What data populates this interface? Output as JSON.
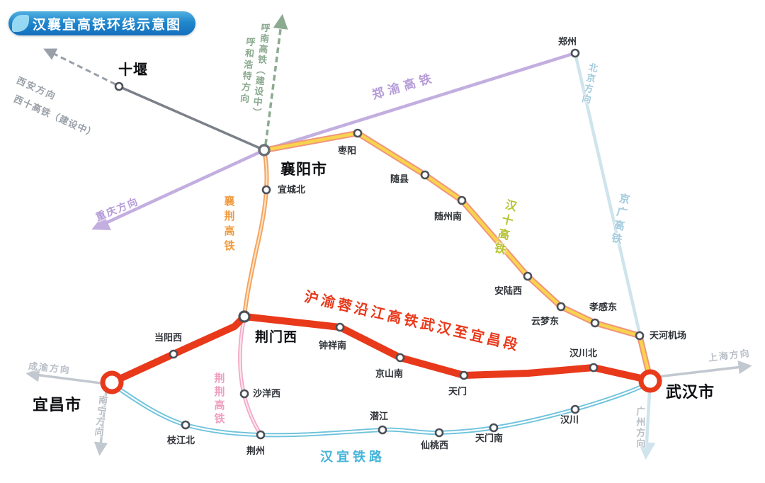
{
  "title": "汉襄宜高铁环线示意图",
  "colors": {
    "red": "#e8391b",
    "zhengyu": "#c3aee0",
    "jingguang": "#cfe4ec",
    "hanshi": "#f8d44c",
    "hanshi_casing": "#f0957d",
    "xiangjing": "#f5a35c",
    "jingjing": "#f2a9c6",
    "hanyi": "#6fc3dc",
    "gray_dashed": "#9aa0a8",
    "green_dashed": "#8caa90",
    "stub_gray": "#c2c8cf",
    "solid_gray": "#7b8089",
    "badge_blue": "#2188cd"
  },
  "cities": {
    "shiyan": "十堰",
    "xiangyang": "襄阳市",
    "jingmenxi": "荆门西",
    "yichang": "宜昌市",
    "wuhan": "武汉市"
  },
  "stations": {
    "zhengzhou": "郑州",
    "zaoyang": "枣阳",
    "suixian": "随县",
    "suizhounan": "随州南",
    "anluxi": "安陆西",
    "yunmengdong": "云梦东",
    "xiaogandong": "孝感东",
    "tianhejichang": "天河机场",
    "hanchuanbei": "汉川北",
    "tianmen": "天门",
    "jingshannan": "京山南",
    "zhongxiangnan": "钟祥南",
    "dangyangxi": "当阳西",
    "yichengbei": "宜城北",
    "shayangxi": "沙洋西",
    "zhijiangbei": "枝江北",
    "jingzhou": "荆州",
    "qianjiang": "潜江",
    "xiantaoxi": "仙桃西",
    "tianmennan": "天门南",
    "hanchuan": "汉川"
  },
  "lines": {
    "zhengyu": "郑渝高铁",
    "jingguang": "京广高铁",
    "hanshi": "汉十高铁",
    "xiangjing": "襄荆高铁",
    "jingjing": "荆荆高铁",
    "hanyi": "汉宜铁路",
    "huyurong": "沪渝蓉沿江高铁武汉至宜昌段",
    "xishi": "西十高铁（建设中）",
    "hunan": "呼南高铁（建设中）"
  },
  "directions": {
    "xian": "西安方向",
    "huhehaote": "呼和浩特方向",
    "beijing": "北京方向",
    "chongqing": "重庆方向",
    "chengyu": "成渝方向",
    "nanning": "南宁方向",
    "shanghai": "上海方向",
    "guangzhou": "广州方向"
  }
}
